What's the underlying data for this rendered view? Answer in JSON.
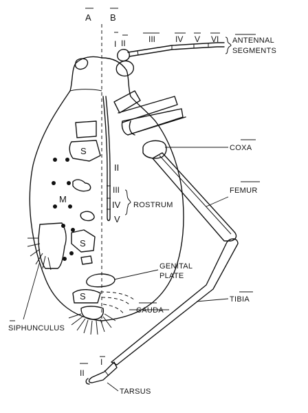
{
  "halves": {
    "left": "A",
    "right": "B"
  },
  "antenna": {
    "segments": [
      "I",
      "II",
      "III",
      "IV",
      "V",
      "VI"
    ],
    "label_line1": "ANTENNAL",
    "label_line2": "SEGMENTS"
  },
  "body_marks": {
    "s_upper": "S",
    "m": "M",
    "s_middle": "S",
    "s_lower": "S"
  },
  "rostrum": {
    "segments": [
      "II",
      "III",
      "IV",
      "V"
    ],
    "label": "ROSTRUM"
  },
  "leg": {
    "coxa": "COXA",
    "femur": "FEMUR",
    "tibia": "TIBIA",
    "tarsus": "TARSUS",
    "tarsal_segments": [
      "I",
      "II"
    ]
  },
  "genital_plate": {
    "line1": "GENITAL",
    "line2": "PLATE"
  },
  "cauda": "CAUDA",
  "siphunculus": "SIPHUNCULUS"
}
